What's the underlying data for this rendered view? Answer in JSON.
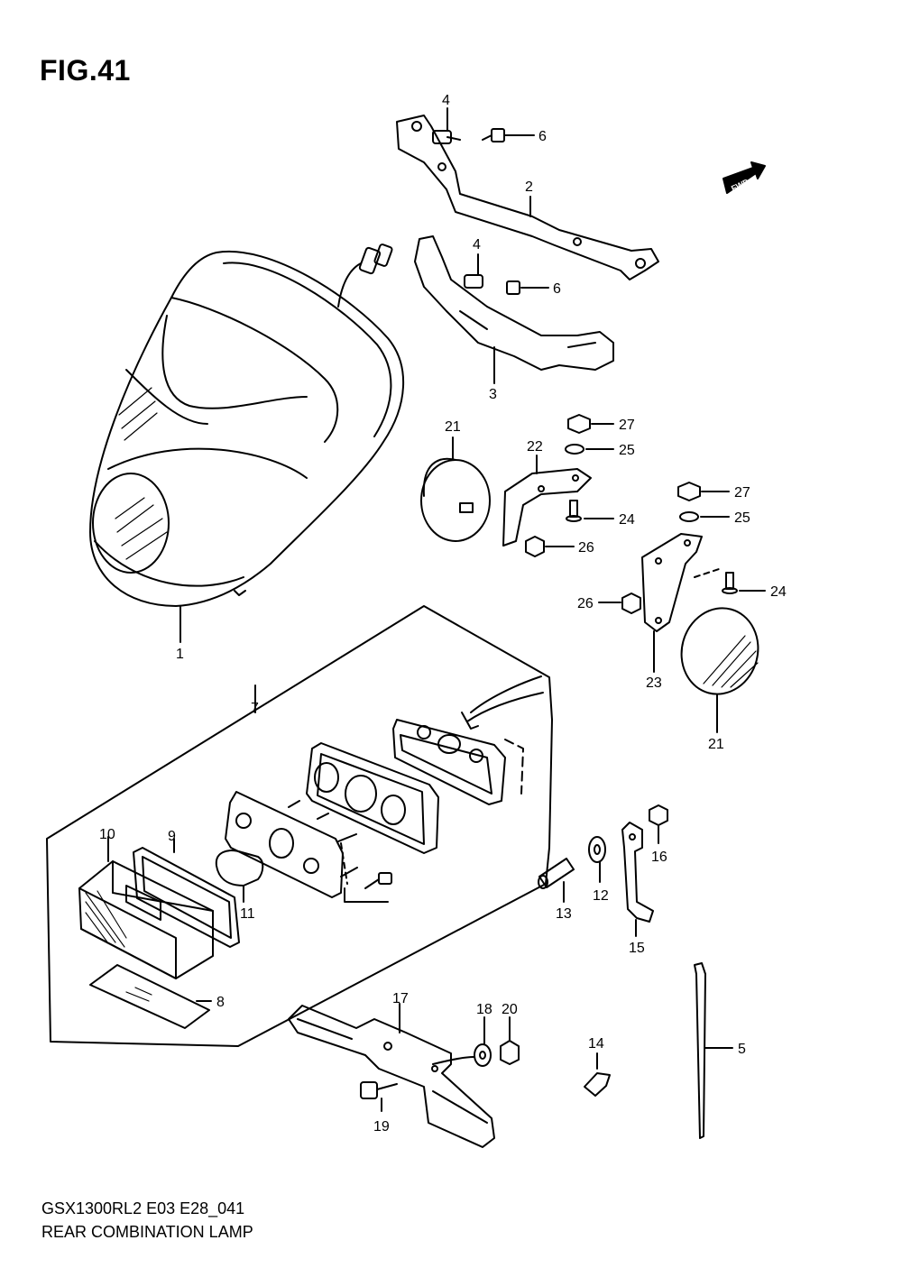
{
  "figure": {
    "title": "FIG.41",
    "model_code": "GSX1300RL2 E03 E28_041",
    "section_name": "REAR COMBINATION LAMP",
    "fwd_label": "FWD"
  },
  "callouts": [
    "1",
    "2",
    "3",
    "4",
    "4",
    "5",
    "6",
    "6",
    "7",
    "8",
    "9",
    "10",
    "11",
    "12",
    "13",
    "14",
    "15",
    "16",
    "17",
    "18",
    "19",
    "20",
    "21",
    "21",
    "22",
    "23",
    "24",
    "24",
    "25",
    "25",
    "26",
    "26",
    "27",
    "27"
  ]
}
